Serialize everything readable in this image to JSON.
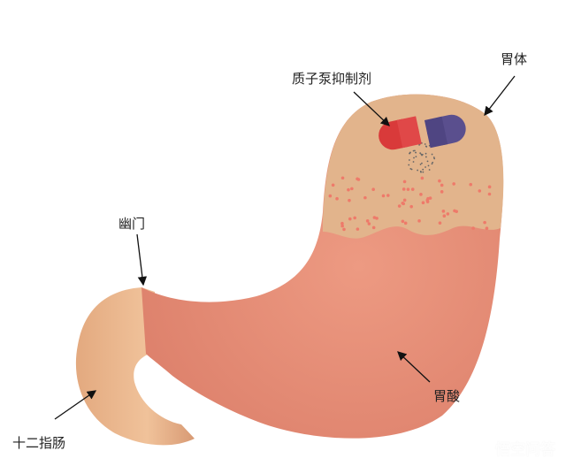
{
  "labels": {
    "ppi": "质子泵抑制剂",
    "body": "胃体",
    "pylorus": "幽门",
    "duodenum": "十二指肠",
    "acid": "胃酸"
  },
  "watermark": "悟空问答",
  "colors": {
    "stomach": "#e9937c",
    "fundus": "#e0b48c",
    "duodenum": "#e5ad84",
    "capsule_red": "#d93a3a",
    "capsule_blue": "#5a4f8e",
    "acid_dots": "#ee7a6a"
  }
}
